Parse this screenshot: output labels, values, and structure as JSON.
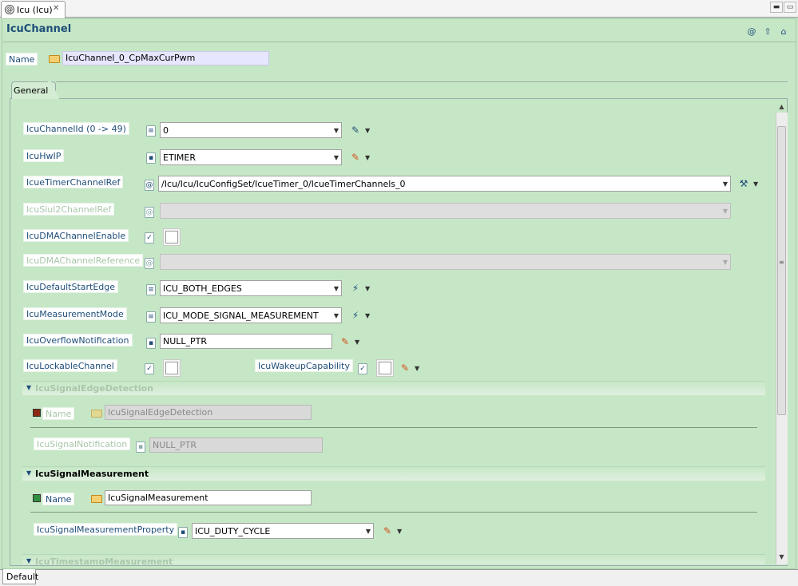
{
  "editor": {
    "tab_label": "Icu (Icu)",
    "bottom_tab": "Default"
  },
  "form": {
    "title": "IcuChannel",
    "name_label": "Name",
    "name_value": "IcuChannel_0_CpMaxCurPwm",
    "folder_tab": "General"
  },
  "fields": {
    "channel_id": {
      "label": "IcuChannelId (0 -> 49)",
      "value": "0"
    },
    "hw_ip": {
      "label": "IcuHwIP",
      "value": "ETIMER"
    },
    "etimer_ref": {
      "label": "IcueTimerChannelRef",
      "value": "/Icu/Icu/IcuConfigSet/IcueTimer_0/IcueTimerChannels_0"
    },
    "siul2_ref": {
      "label": "IcuSiul2ChannelRef",
      "value": ""
    },
    "dma_enable": {
      "label": "IcuDMAChannelEnable"
    },
    "dma_ref": {
      "label": "IcuDMAChannelReference",
      "value": ""
    },
    "start_edge": {
      "label": "IcuDefaultStartEdge",
      "value": "ICU_BOTH_EDGES"
    },
    "meas_mode": {
      "label": "IcuMeasurementMode",
      "value": "ICU_MODE_SIGNAL_MEASUREMENT"
    },
    "overflow": {
      "label": "IcuOverflowNotification",
      "value": "NULL_PTR"
    },
    "lockable": {
      "label": "IcuLockableChannel"
    },
    "wakeup": {
      "label": "IcuWakeupCapability"
    }
  },
  "sections": {
    "edge_detection": {
      "title": "IcuSignalEdgeDetection",
      "name_label": "Name",
      "name_value": "IcuSignalEdgeDetection",
      "notification_label": "IcuSignalNotification",
      "notification_value": "NULL_PTR"
    },
    "measurement": {
      "title": "IcuSignalMeasurement",
      "name_label": "Name",
      "name_value": "IcuSignalMeasurement",
      "property_label": "IcuSignalMeasurementProperty",
      "property_value": "ICU_DUTY_CYCLE"
    },
    "timestamp": {
      "title": "IcuTimestampMeasurement"
    }
  },
  "icons": {
    "editor_tab": "editor-icon",
    "header": [
      "at-icon",
      "up-arrow-icon",
      "home-icon"
    ],
    "row_types": [
      "calc-icon",
      "doc-icon",
      "ref-icon",
      "bool-icon",
      "enum-icon"
    ]
  },
  "colors": {
    "form_background": "#c6e7c6",
    "title_text": "#1f4e79",
    "name_field": "#e6e6ff"
  }
}
